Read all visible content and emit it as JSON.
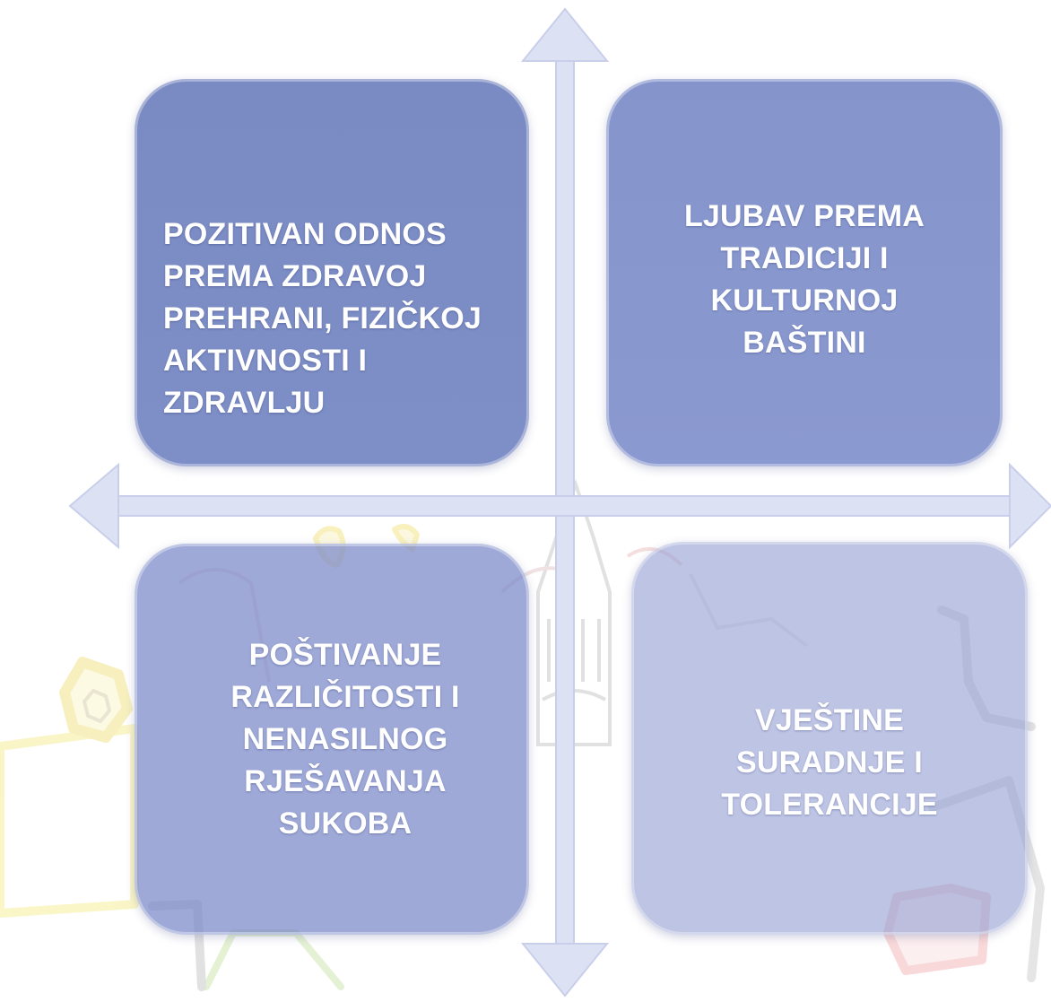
{
  "quadrants": {
    "top_left": {
      "text": "POZITIVAN ODNOS\nPREMA ZDRAVOJ\nPREHRANI, FIZIČKOJ\nAKTIVNOSTI I\nZDRAVLJU"
    },
    "top_right": {
      "text": "LJUBAV PREMA\nTRADICIJI I\nKULTURNOJ\nBAŠTINI"
    },
    "bottom_left": {
      "text": "POŠTIVANJE\nRAZLIČITOSTI I\nNENASILNOG\nRJEŠAVANJA\nSUKOBA"
    },
    "bottom_right": {
      "text": "VJEŠTINE\nSURADNJE I\nTOLERANCIJE"
    }
  },
  "colors": {
    "axis": "#d9ddf2",
    "axis_outline": "#c7cce8",
    "top_left_fill": "#7b8bc4",
    "top_right_fill": "#8797cd",
    "bottom_left_fill": "#8a98d1",
    "bottom_right_fill": "#a9b2de",
    "text": "#ffffff"
  }
}
